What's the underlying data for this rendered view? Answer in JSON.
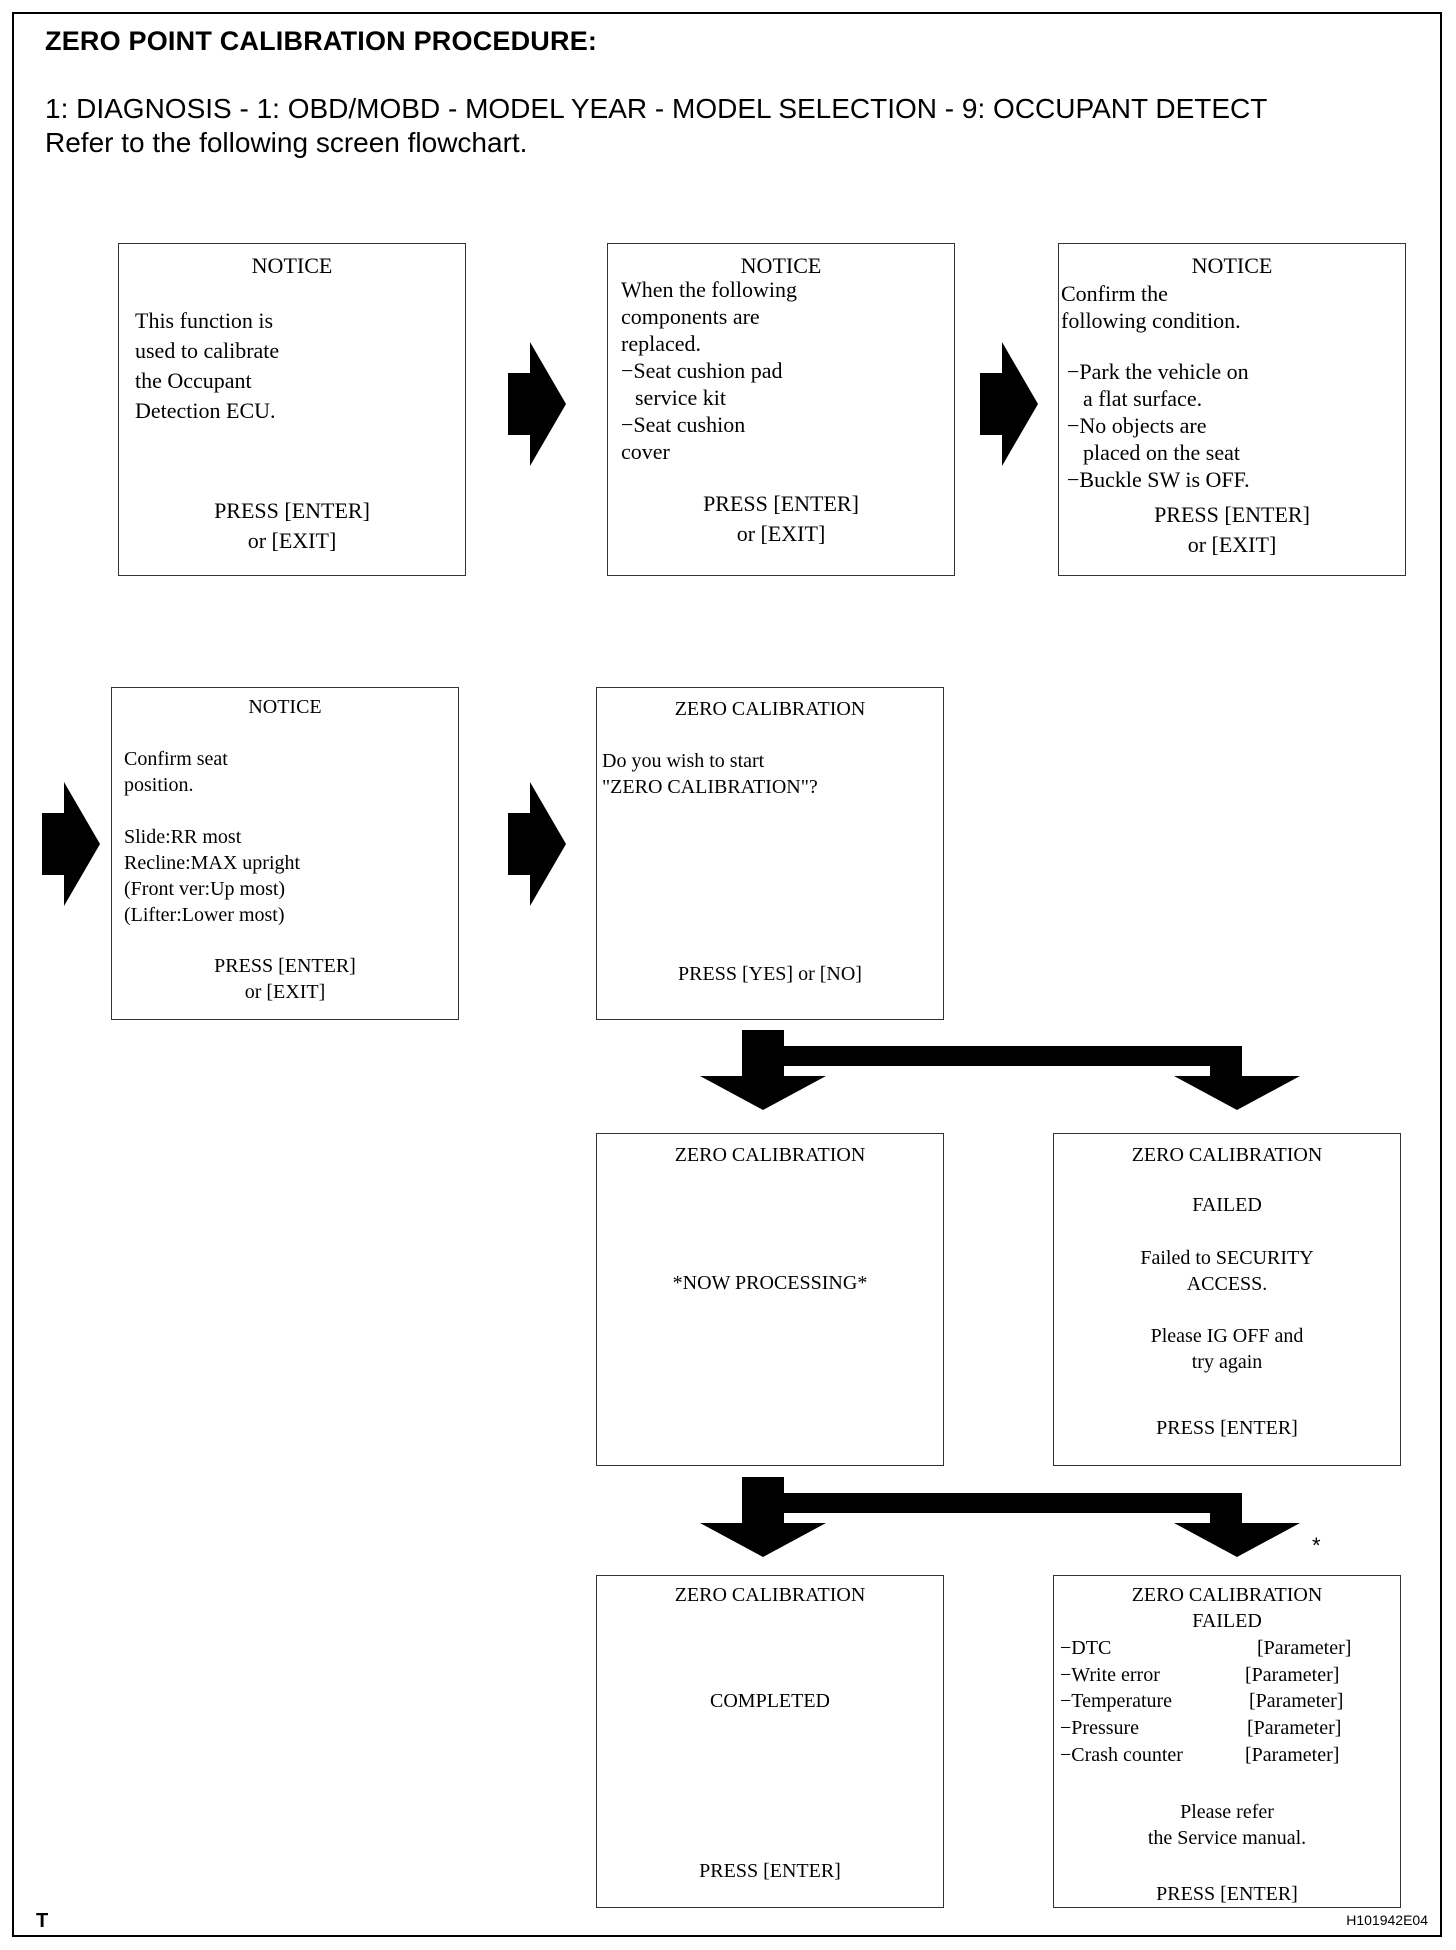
{
  "header": {
    "title": "ZERO POINT CALIBRATION PROCEDURE:",
    "path": "1: DIAGNOSIS - 1: OBD/MOBD - MODEL YEAR - MODEL SELECTION - 9: OCCUPANT DETECT",
    "instruction": "Refer to the following screen flowchart."
  },
  "screens": {
    "s1": {
      "title": "NOTICE",
      "lines": [
        "This function is",
        "used to calibrate",
        "the Occupant",
        "Detection ECU."
      ],
      "press1": "PRESS [ENTER]",
      "press2": "or [EXIT]"
    },
    "s2": {
      "title": "NOTICE",
      "lines": [
        "When the following",
        "components are",
        "replaced.",
        "−Seat cushion pad",
        "service kit",
        "−Seat cushion",
        "cover"
      ],
      "press1": "PRESS [ENTER]",
      "press2": "or [EXIT]"
    },
    "s3": {
      "title": "NOTICE",
      "lines": [
        "Confirm the",
        "following condition.",
        "−Park the vehicle on",
        "a flat surface.",
        "−No objects are",
        "placed on the seat",
        "−Buckle SW is OFF."
      ],
      "press1": "PRESS [ENTER]",
      "press2": "or [EXIT]"
    },
    "s4": {
      "title": "NOTICE",
      "lines": [
        "Confirm seat",
        "position.",
        "Slide:RR most",
        "Recline:MAX upright",
        "(Front ver:Up most)",
        "(Lifter:Lower most)"
      ],
      "press1": "PRESS [ENTER]",
      "press2": "or [EXIT]"
    },
    "s5": {
      "title": "ZERO CALIBRATION",
      "lines": [
        "Do you wish to start",
        "\"ZERO CALIBRATION\"?"
      ],
      "press": "PRESS [YES] or [NO]"
    },
    "s6": {
      "title": "ZERO CALIBRATION",
      "status": "*NOW PROCESSING*"
    },
    "s7": {
      "title": "ZERO CALIBRATION",
      "status": "FAILED",
      "lines": [
        "Failed to SECURITY",
        "ACCESS.",
        "Please IG OFF and",
        "try again"
      ],
      "press": "PRESS [ENTER]"
    },
    "s8": {
      "title": "ZERO CALIBRATION",
      "status": "COMPLETED",
      "press": "PRESS [ENTER]"
    },
    "s9": {
      "title": "ZERO CALIBRATION",
      "status": "FAILED",
      "items": [
        {
          "label": "−DTC",
          "value": "[Parameter]"
        },
        {
          "label": "−Write error",
          "value": "[Parameter]"
        },
        {
          "label": "−Temperature",
          "value": "[Parameter]"
        },
        {
          "label": "−Pressure",
          "value": "[Parameter]"
        },
        {
          "label": "−Crash counter",
          "value": "[Parameter]"
        }
      ],
      "note1": "Please refer",
      "note2": "the Service manual.",
      "press": "PRESS [ENTER]"
    }
  },
  "footnote_mark": "*",
  "footer": {
    "letter": "T",
    "figure_id": "H101942E04"
  }
}
